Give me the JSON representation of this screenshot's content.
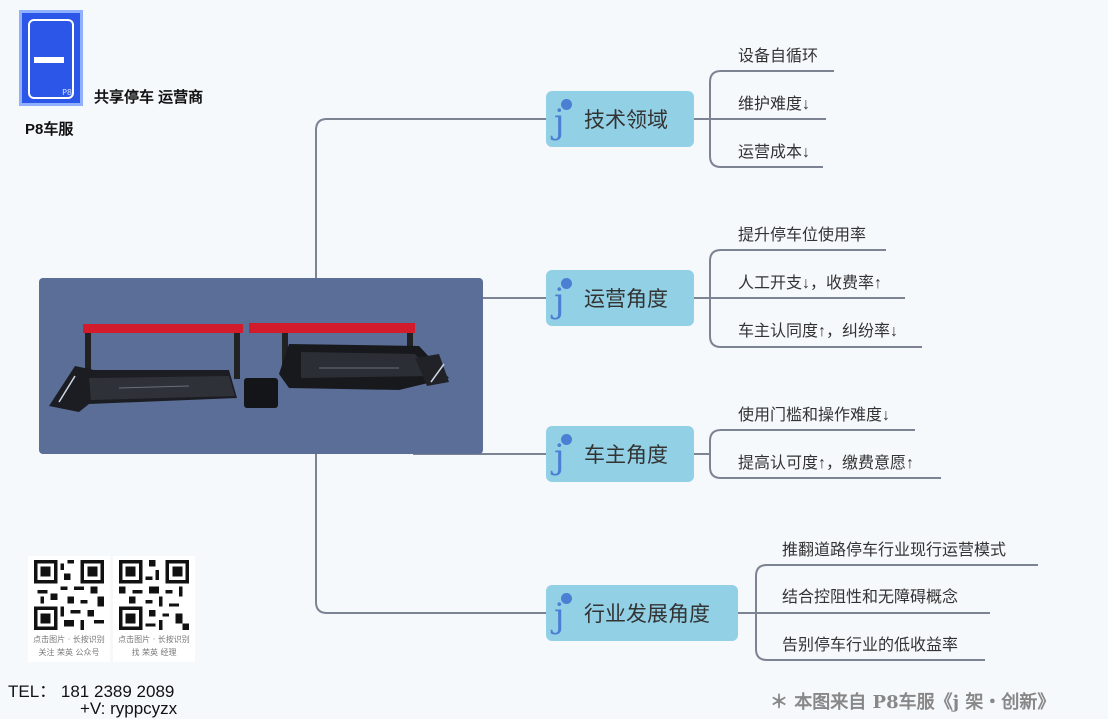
{
  "brand": {
    "tagline": "共享停车 运营商",
    "name": "P8车服",
    "logo_mark": "P8"
  },
  "topics": [
    {
      "label": "技术领域",
      "children": [
        "设备自循环",
        "维护难度↓",
        "运营成本↓"
      ]
    },
    {
      "label": "运营角度",
      "children": [
        "提升停车位使用率",
        "人工开支↓，收费率↑",
        "车主认同度↑，纠纷率↓"
      ]
    },
    {
      "label": "车主角度",
      "children": [
        "使用门槛和操作难度↓",
        "提高认可度↑，缴费意愿↑"
      ]
    },
    {
      "label": "行业发展角度",
      "children": [
        "推翻道路停车行业现行运营模式",
        "结合控阻性和无障碍概念",
        "告别停车行业的低收益率"
      ]
    }
  ],
  "topic_icon": "j",
  "qr_codes": [
    {
      "caption_line1": "点击图片 · 长按识别",
      "caption_line2": "关注 荣英 公众号"
    },
    {
      "caption_line1": "点击图片 · 长按识别",
      "caption_line2": "找 荣英 经理"
    }
  ],
  "contact": {
    "tel": "TEL：  181 2389 2089",
    "wechat": "+V: ryppcyzx"
  },
  "credit": "＊ 本图来自 P8车服《j 架・创新》",
  "colors": {
    "topic_bg": "#92d0e6",
    "connector": "#7c8494",
    "central_bg": "#5b6e98",
    "logo_blue": "#2b56e8",
    "icon_blue": "#4a7fd4"
  }
}
